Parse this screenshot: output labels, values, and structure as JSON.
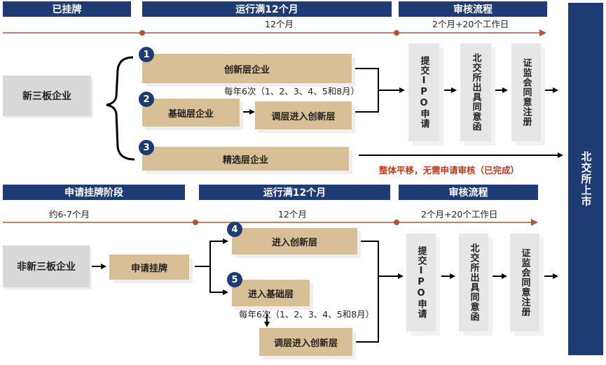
{
  "top": {
    "headers": {
      "listed": "已挂牌",
      "run12": "运行满12个月",
      "review": "审核流程"
    },
    "timeline": {
      "t12": "12个月",
      "review_time": "2个月+20个工作日"
    },
    "source": "新三板企业",
    "innovation": {
      "num": "1",
      "label": "创新层企业"
    },
    "base": {
      "num": "2",
      "label": "基础层企业",
      "promote": "调层进入创新层"
    },
    "select": {
      "num": "3",
      "label": "精选层企业"
    },
    "schedule": "每年6次（1、2、3、4、5和8月）",
    "select_note": "整体平移，无需申请审核（已完成）",
    "steps": [
      "提交IPO申请",
      "北交所出具同意函",
      "证监会同意注册"
    ]
  },
  "bottom": {
    "headers": {
      "apply": "申请挂牌阶段",
      "run12": "运行满12个月",
      "review": "审核流程"
    },
    "timeline": {
      "t_apply": "约6-7个月",
      "t12": "12个月",
      "review_time": "2个月+20个工作日"
    },
    "source": "非新三板企业",
    "apply": "申请挂牌",
    "enter_innovation": {
      "num": "4",
      "label": "进入创新层"
    },
    "enter_base": {
      "num": "5",
      "label": "进入基础层"
    },
    "schedule": "每年6次（1、2、3、4、5和8月）",
    "promote": "调层进入创新层",
    "steps": [
      "提交IPO申请",
      "北交所出具同意函",
      "证监会同意注册"
    ]
  },
  "final": "北交所上市",
  "colors": {
    "navy": "#1f3b73",
    "tan": "#d9bf96",
    "timeline": "#b0553a",
    "note": "#c0391b"
  }
}
